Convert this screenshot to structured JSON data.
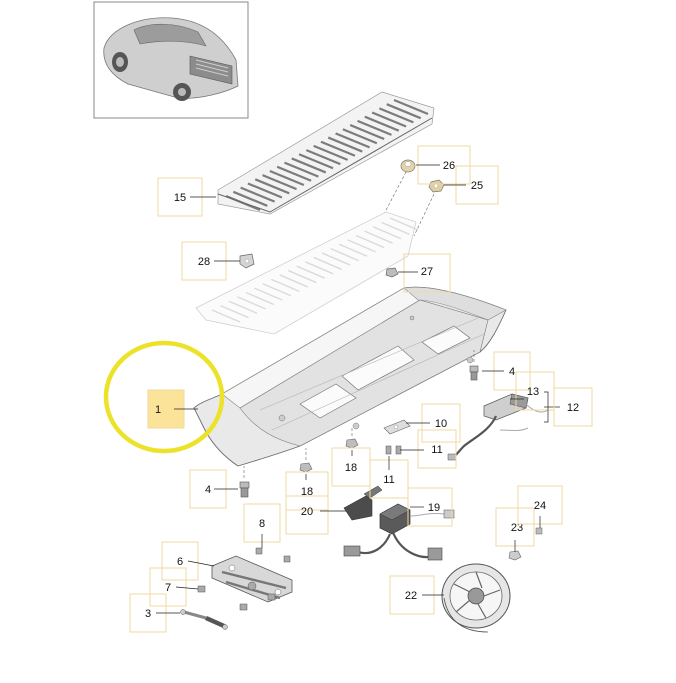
{
  "callouts": [
    {
      "id": "c1",
      "label": "1",
      "highlighted": true
    },
    {
      "id": "c3",
      "label": "3"
    },
    {
      "id": "c4a",
      "label": "4"
    },
    {
      "id": "c4b",
      "label": "4"
    },
    {
      "id": "c6",
      "label": "6"
    },
    {
      "id": "c7",
      "label": "7"
    },
    {
      "id": "c8",
      "label": "8"
    },
    {
      "id": "c10",
      "label": "10"
    },
    {
      "id": "c11a",
      "label": "11"
    },
    {
      "id": "c11b",
      "label": "11"
    },
    {
      "id": "c12",
      "label": "12"
    },
    {
      "id": "c13",
      "label": "13"
    },
    {
      "id": "c15",
      "label": "15"
    },
    {
      "id": "c18a",
      "label": "18"
    },
    {
      "id": "c18b",
      "label": "18"
    },
    {
      "id": "c19",
      "label": "19"
    },
    {
      "id": "c20",
      "label": "20"
    },
    {
      "id": "c22",
      "label": "22"
    },
    {
      "id": "c23",
      "label": "23"
    },
    {
      "id": "c24",
      "label": "24"
    },
    {
      "id": "c25",
      "label": "25"
    },
    {
      "id": "c26",
      "label": "26"
    },
    {
      "id": "c27",
      "label": "27"
    },
    {
      "id": "c28",
      "label": "28"
    }
  ],
  "colors": {
    "highlight_fill": "#fbe49a",
    "highlight_ring": "#ece22a",
    "callout_border": "#f0d9a0"
  }
}
